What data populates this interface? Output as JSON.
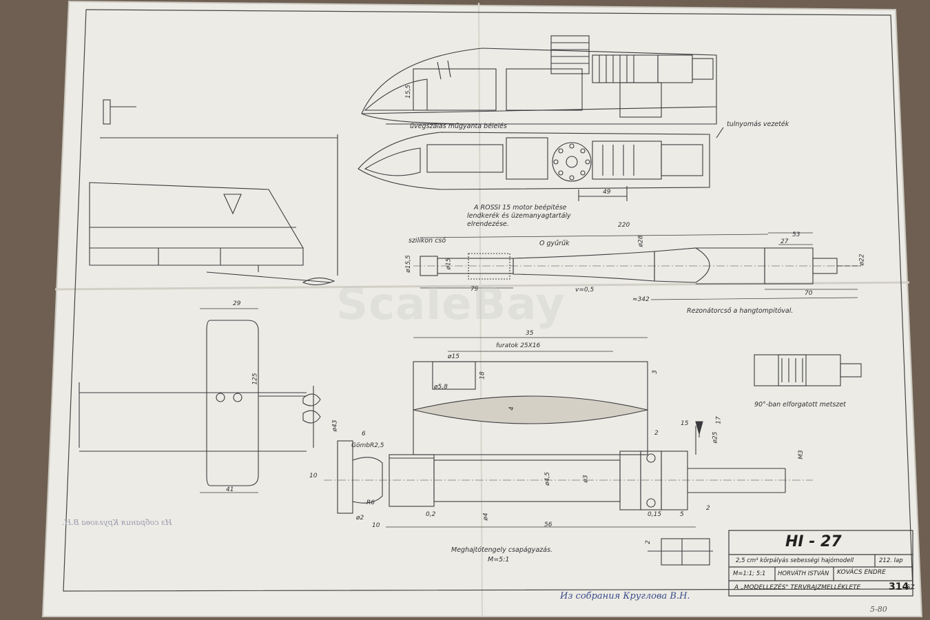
{
  "drawing": {
    "top_view_labels": {
      "fiberglass_lining": "üvegszálas műgyanta bélelés",
      "overpressure_line": "tulnyomás vezeték",
      "dim_49": "49",
      "dim_15_5": "15,5"
    },
    "engine_caption": {
      "line1": "A  ROSSI 15  motor beépitése",
      "line2": "lendkerék és üzemanyagtartály",
      "line3": "elrendezése."
    },
    "resonator": {
      "dim_220": "220",
      "dim_53": "53",
      "dim_27": "27",
      "dim_28": "ø28",
      "dim_15_5": "ø15,5",
      "dim_15": "ø15",
      "dim_22": "ø22",
      "dim_79": "79",
      "dim_v": "v=0,5",
      "dim_342": "≈342",
      "dim_70": "70",
      "silicone_tube": "szilikon cső",
      "o_rings": "O gyűrűk",
      "caption": "Rezonátorcső a hangtompitóval."
    },
    "fin": {
      "dim_35": "35",
      "holes": "furatok  25X16",
      "dim_15": "ø15",
      "dim_18": "18",
      "dim_5_8": "ø5,8",
      "dim_3": "3",
      "dim_4": "4",
      "dim_17": "17"
    },
    "rotated_section": "90°-ban elforgatott metszet",
    "rudder": {
      "dim_29": "29",
      "dim_125": "125",
      "dim_41": "41",
      "dim_43": "ø43"
    },
    "shaft": {
      "dim_6": "6",
      "ball": "GömbR2,5",
      "dim_10": "10",
      "r6": "R6",
      "dim_2": "ø2",
      "dim_10b": "10",
      "dim_4_5": "ø4,5",
      "dim_3": "ø3",
      "dim_0_2": "0,2",
      "dim_4": "ø4",
      "dim_56": "56",
      "dim_15": "15",
      "dim_2a": "2",
      "dim_25": "ø25",
      "m3": "M3",
      "dim_0_15": "0,15",
      "dim_5": "5",
      "dim_2b": "2",
      "dim_2c": "2",
      "caption_line1": "Meghajtótengely csapágyazás.",
      "caption_line2": "M=5:1"
    }
  },
  "title_block": {
    "title": "HI - 27",
    "description": "2,5 cm³ körpályás sebességi hajómodell",
    "page": "212. lap",
    "scale_label": "M=1:1; 5:1",
    "drawn_label": "HORVÁTH ISTVÁN",
    "checked_label": "KOVÁCS ENDRE",
    "publisher": "A „MODELLEZÉS\" TERVRAJZMELLÉKLETE",
    "number": "314",
    "suffix": "SZ"
  },
  "handwriting": {
    "collection": "Из собрания Круглова В.Н.",
    "mirrored": "Из собрания Круглова В.Н.",
    "corner": "5-80"
  },
  "watermark": "ScaleBay",
  "colors": {
    "paper": "#ecebe5",
    "ink": "#3a3a3e",
    "background": "#6e5f52",
    "handwriting_blue": "#3a4a8a"
  }
}
